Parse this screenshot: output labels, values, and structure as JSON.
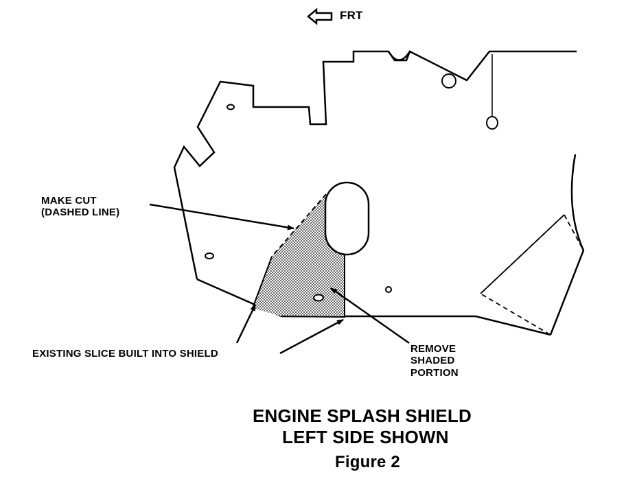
{
  "direction": {
    "label": "FRT"
  },
  "callouts": {
    "make_cut": "MAKE CUT\n(DASHED LINE)",
    "existing_slice": "EXISTING SLICE BUILT INTO SHIELD",
    "remove_shaded": "REMOVE\nSHADED\nPORTION"
  },
  "caption": {
    "line1": "ENGINE SPLASH SHIELD",
    "line2": "LEFT SIDE SHOWN",
    "figure": "Figure 2"
  }
}
